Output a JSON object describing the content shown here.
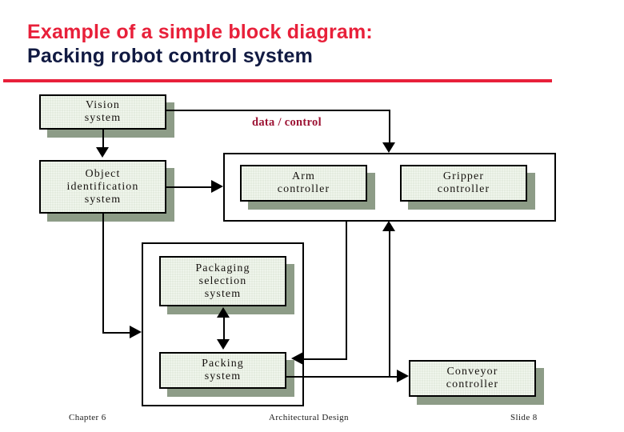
{
  "slide": {
    "title_line1": "Example of a simple block diagram:",
    "title_line2": "Packing robot control system",
    "accent_red": "#e8203a",
    "title_navy": "#111a42",
    "node_fill": "#e4ecdf",
    "node_shadow": "#8d9c87",
    "label_color": "#9c1233"
  },
  "diagram": {
    "nodes": {
      "vision": "Vision\nsystem",
      "object_identification": "Object\nidentification\nsystem",
      "arm_controller": "Arm\ncontroller",
      "gripper_controller": "Gripper\ncontroller",
      "packaging_selection": "Packaging\nselection\nsystem",
      "packing": "Packing\nsystem",
      "conveyor_controller": "Conveyor\ncontroller"
    },
    "annotations": {
      "data_control": "data / control"
    }
  },
  "footer": {
    "left": "Chapter 6",
    "center": "Architectural Design",
    "right": "Slide 8"
  }
}
